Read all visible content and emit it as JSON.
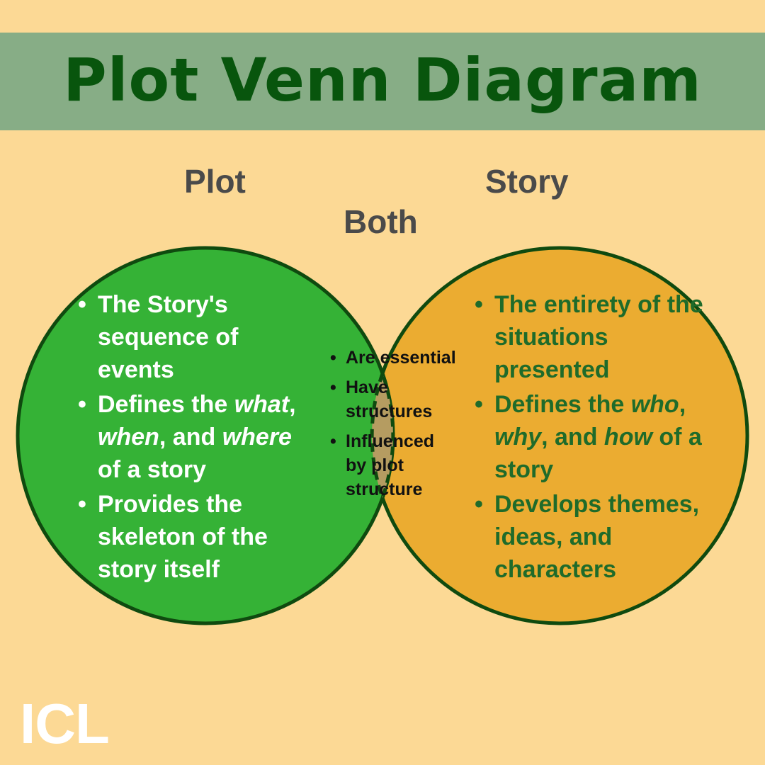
{
  "title": "Plot Venn Diagram",
  "labels": {
    "plot": "Plot",
    "both": "Both",
    "story": "Story"
  },
  "plot_items": [
    [
      {
        "t": "The Story's sequence of events"
      }
    ],
    [
      {
        "t": "Defines the "
      },
      {
        "t": "what",
        "i": true
      },
      {
        "t": ", "
      },
      {
        "t": "when",
        "i": true
      },
      {
        "t": ", and "
      },
      {
        "t": "where",
        "i": true
      },
      {
        "t": " of a story"
      }
    ],
    [
      {
        "t": "Provides the skeleton of the story itself"
      }
    ]
  ],
  "both_items": [
    [
      {
        "t": "Are essential"
      }
    ],
    [
      {
        "t": "Have structures"
      }
    ],
    [
      {
        "t": "Influenced by plot structure"
      }
    ]
  ],
  "story_items": [
    [
      {
        "t": "The entirety of the situations presented"
      }
    ],
    [
      {
        "t": "Defines the "
      },
      {
        "t": "who",
        "i": true
      },
      {
        "t": ", "
      },
      {
        "t": "why",
        "i": true
      },
      {
        "t": ", and "
      },
      {
        "t": "how",
        "i": true
      },
      {
        "t": " of a story"
      }
    ],
    [
      {
        "t": "Develops themes, ideas, and characters"
      }
    ]
  ],
  "logo": "ICL",
  "colors": {
    "background": "#fcd995",
    "header": "#87ad86",
    "title": "#08550d",
    "plot_circle": "#35b236",
    "story_circle": "#ebac31",
    "overlap": "#b59c61",
    "outline": "#0f4a0f"
  }
}
